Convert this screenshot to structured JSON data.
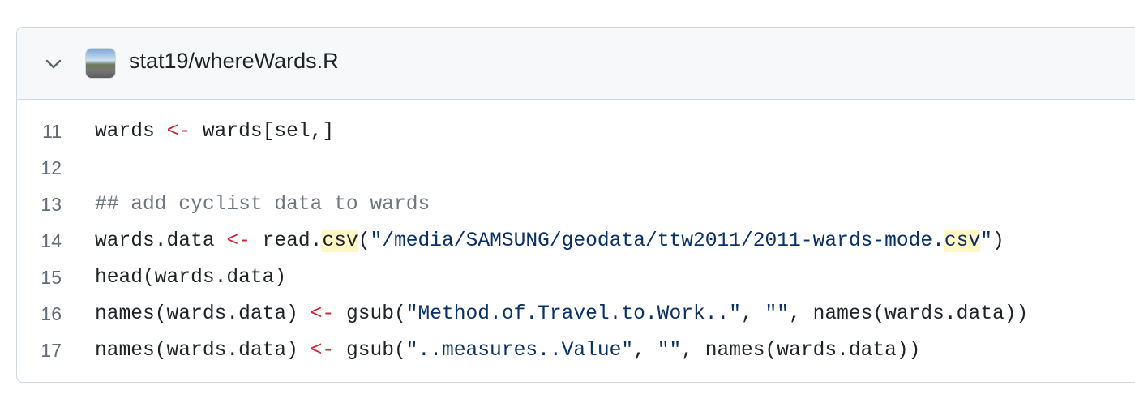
{
  "file": {
    "title": "stat19/whereWards.R"
  },
  "colors": {
    "operator": "#cf222e",
    "string": "#0a3069",
    "comment": "#6e7781",
    "highlight": "#fff8c5"
  },
  "lines": [
    {
      "num": "11",
      "tokens": [
        {
          "t": "wards ",
          "c": ""
        },
        {
          "t": "<-",
          "c": "k"
        },
        {
          "t": " wards[sel,]",
          "c": ""
        }
      ]
    },
    {
      "num": "12",
      "tokens": []
    },
    {
      "num": "13",
      "tokens": [
        {
          "t": "## add cyclist data to wards",
          "c": "c"
        }
      ]
    },
    {
      "num": "14",
      "tokens": [
        {
          "t": "wards.data ",
          "c": ""
        },
        {
          "t": "<-",
          "c": "k"
        },
        {
          "t": " read.",
          "c": ""
        },
        {
          "t": "csv",
          "c": "h"
        },
        {
          "t": "(",
          "c": ""
        },
        {
          "t": "\"/media/SAMSUNG/geodata/ttw2011/2011-wards-mode.",
          "c": "s"
        },
        {
          "t": "csv",
          "c": "s h"
        },
        {
          "t": "\"",
          "c": "s"
        },
        {
          "t": ")",
          "c": ""
        }
      ]
    },
    {
      "num": "15",
      "tokens": [
        {
          "t": "head(wards.data)",
          "c": ""
        }
      ]
    },
    {
      "num": "16",
      "tokens": [
        {
          "t": "names(wards.data) ",
          "c": ""
        },
        {
          "t": "<-",
          "c": "k"
        },
        {
          "t": " gsub(",
          "c": ""
        },
        {
          "t": "\"Method.of.Travel.to.Work..\"",
          "c": "s"
        },
        {
          "t": ", ",
          "c": ""
        },
        {
          "t": "\"\"",
          "c": "s"
        },
        {
          "t": ", names(wards.data))",
          "c": ""
        }
      ]
    },
    {
      "num": "17",
      "tokens": [
        {
          "t": "names(wards.data) ",
          "c": ""
        },
        {
          "t": "<-",
          "c": "k"
        },
        {
          "t": " gsub(",
          "c": ""
        },
        {
          "t": "\"..measures..Value\"",
          "c": "s"
        },
        {
          "t": ", ",
          "c": ""
        },
        {
          "t": "\"\"",
          "c": "s"
        },
        {
          "t": ", names(wards.data))",
          "c": ""
        }
      ]
    }
  ]
}
